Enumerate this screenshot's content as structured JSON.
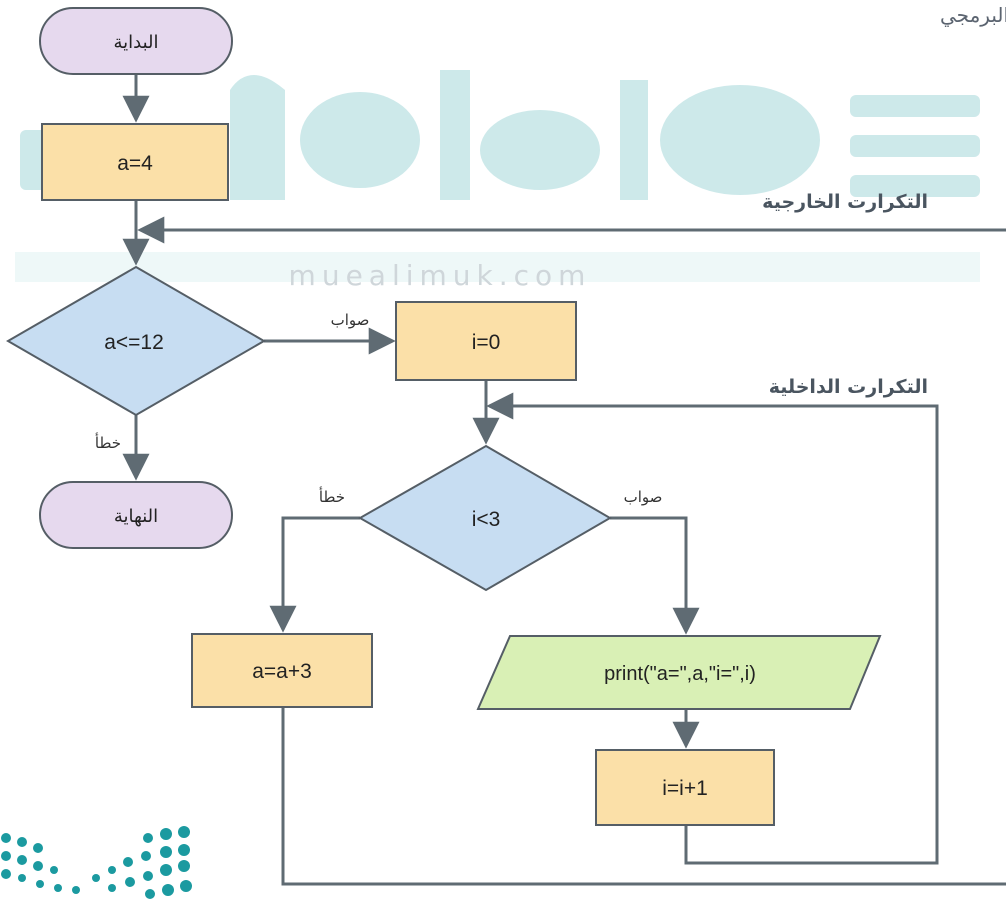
{
  "title": "المخطط الإنساني للمقطع البرمجي",
  "watermark": {
    "text": "معلم",
    "url": "muealimuk.com"
  },
  "nodes": {
    "start": "البداية",
    "init_a": "a=4",
    "outer_cond": "a<=12",
    "init_i": "i=0",
    "inner_cond": "i<3",
    "print_stmt": "print(\"a=\",a,\"i=\",i)",
    "increment_i": "i=i+1",
    "increment_a": "a=a+3",
    "end": "النهاية"
  },
  "edge_labels": {
    "outer_true": "صواب",
    "outer_false": "خطأ",
    "inner_true": "صواب",
    "inner_false": "خطأ"
  },
  "loop_labels": {
    "outer": "التكرارت الخارجية",
    "inner": "التكرارت الداخلية"
  },
  "colors": {
    "terminal": "#e6d9ee",
    "process": "#fbe0a8",
    "decision": "#c7ddf2",
    "io": "#d9f0b5",
    "stroke": "#555e66",
    "arrow": "#5f6b73",
    "watermark": "#1b9aa0"
  }
}
